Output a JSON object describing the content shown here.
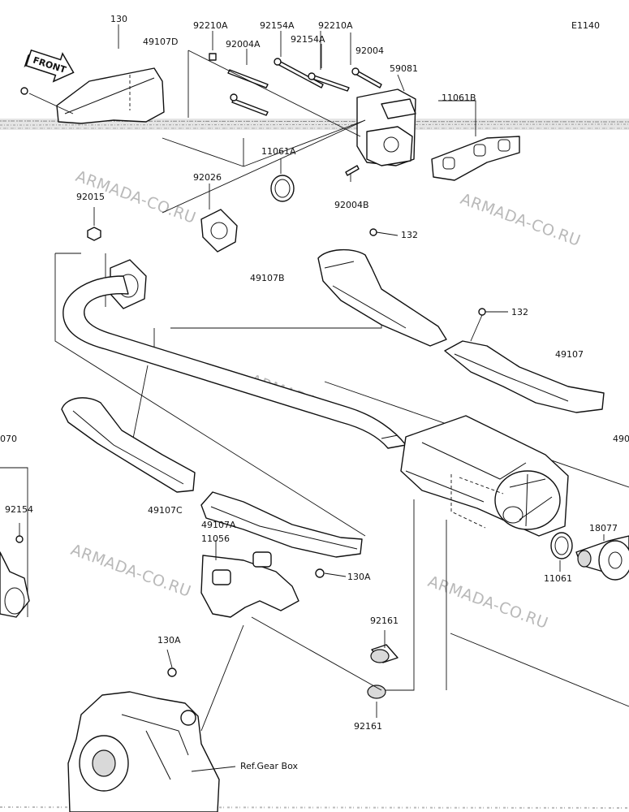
{
  "diagram_code": "E1140",
  "front_indicator": "FRONT",
  "watermark": "ARMADA-CO.RU",
  "reference_note": "Ref.Gear Box",
  "part_labels": {
    "p130": "130",
    "p49107D": "49107D",
    "p92210A_1": "92210A",
    "p92154A_1": "92154A",
    "p92210A_2": "92210A",
    "p92004A": "92004A",
    "p92154A_2": "92154A",
    "p92004": "92004",
    "p59081": "59081",
    "p11061B": "11061B",
    "p11061A": "11061A",
    "p92026": "92026",
    "p92015": "92015",
    "p92004B": "92004B",
    "p132_1": "132",
    "p49107B": "49107B",
    "p132_2": "132",
    "p49107": "49107",
    "p490": "490",
    "p070": "070",
    "p92154": "92154",
    "p49107C": "49107C",
    "p49107A": "49107A",
    "p11056": "11056",
    "p130A_1": "130A",
    "p18077": "18077",
    "p11061": "11061",
    "p130A_2": "130A",
    "p92161_1": "92161",
    "p92161_2": "92161"
  }
}
